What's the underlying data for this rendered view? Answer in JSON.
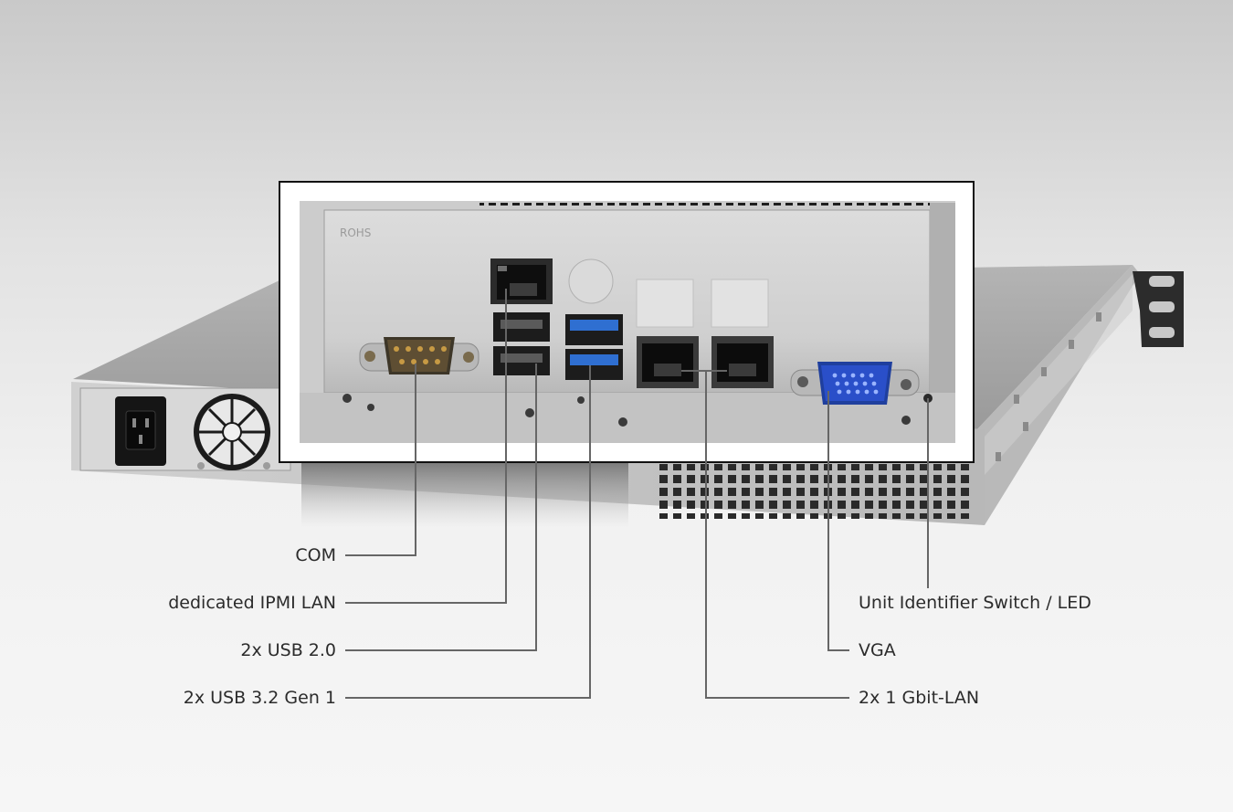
{
  "inset": {
    "rohs_mark": "ROHS"
  },
  "labels": {
    "com": "COM",
    "ipmi_lan": "dedicated IPMI LAN",
    "usb2": "2x USB 2.0",
    "usb3": "2x USB 3.2 Gen 1",
    "uid": "Unit Identifier Switch / LED",
    "vga": "VGA",
    "lan": "2x 1 Gbit-LAN"
  },
  "colors": {
    "usb3_blue": "#2f6fd1",
    "vga_blue": "#2a4fc9",
    "leader_line": "#666666"
  }
}
